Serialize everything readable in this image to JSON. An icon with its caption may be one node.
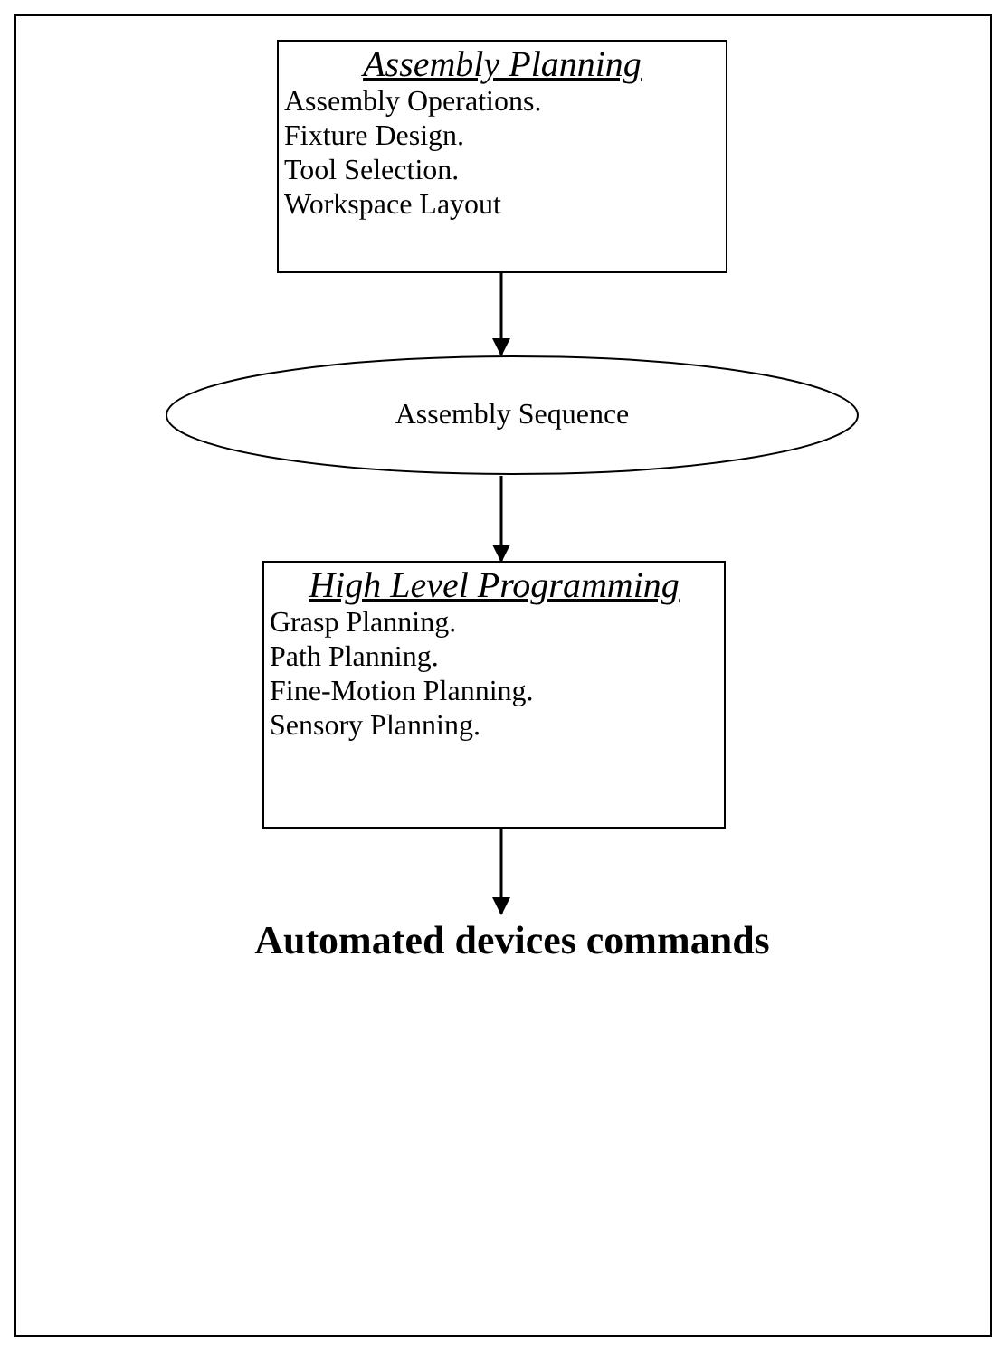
{
  "diagram": {
    "nodes": [
      {
        "text": [
          "Assembly Planning",
          "Assembly Operations.",
          "Fixture Design.",
          "Tool Selection.",
          "Workspace Layout"
        ]
      },
      {
        "text": [
          "Assembly Sequence"
        ]
      },
      {
        "text": [
          "High Level Programming",
          "Grasp Planning.",
          "Path Planning.",
          "Fine-Motion Planning.",
          "Sensory Planning."
        ]
      },
      {
        "text": [
          "Automated devices commands"
        ]
      }
    ],
    "edges": [
      {
        "from": 0,
        "to": 1,
        "arrow": "to"
      },
      {
        "from": 1,
        "to": 2,
        "arrow": "to"
      },
      {
        "from": 2,
        "to": 3,
        "arrow": "to"
      }
    ]
  }
}
